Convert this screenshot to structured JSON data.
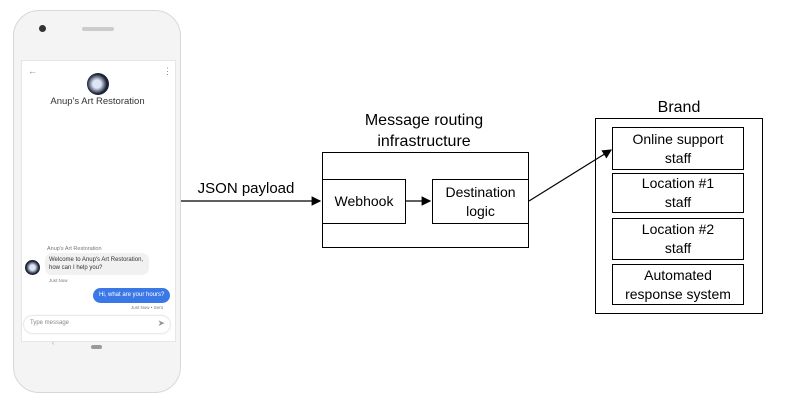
{
  "phone": {
    "business_name": "Anup's Art Restoration",
    "sender_label": "Anup's Art Restoration",
    "incoming_message": "Welcome to Anup's Art Restoration, how can I help you?",
    "incoming_time": "Just Now",
    "outgoing_message": "Hi, what are your hours?",
    "outgoing_status": "Just Now • Sent",
    "input_placeholder": "Type message",
    "accent_color": "#3b78e7"
  },
  "diagram": {
    "payload_label": "JSON payload",
    "infra_title_line1": "Message routing",
    "infra_title_line2": "infrastructure",
    "webhook": "Webhook",
    "destination_line1": "Destination",
    "destination_line2": "logic",
    "brand_title": "Brand",
    "brand_items": [
      {
        "line1": "Online support",
        "line2": "staff"
      },
      {
        "line1": "Location #1",
        "line2": "staff"
      },
      {
        "line1": "Location #2",
        "line2": "staff"
      },
      {
        "line1": "Automated",
        "line2": "response system"
      }
    ]
  }
}
